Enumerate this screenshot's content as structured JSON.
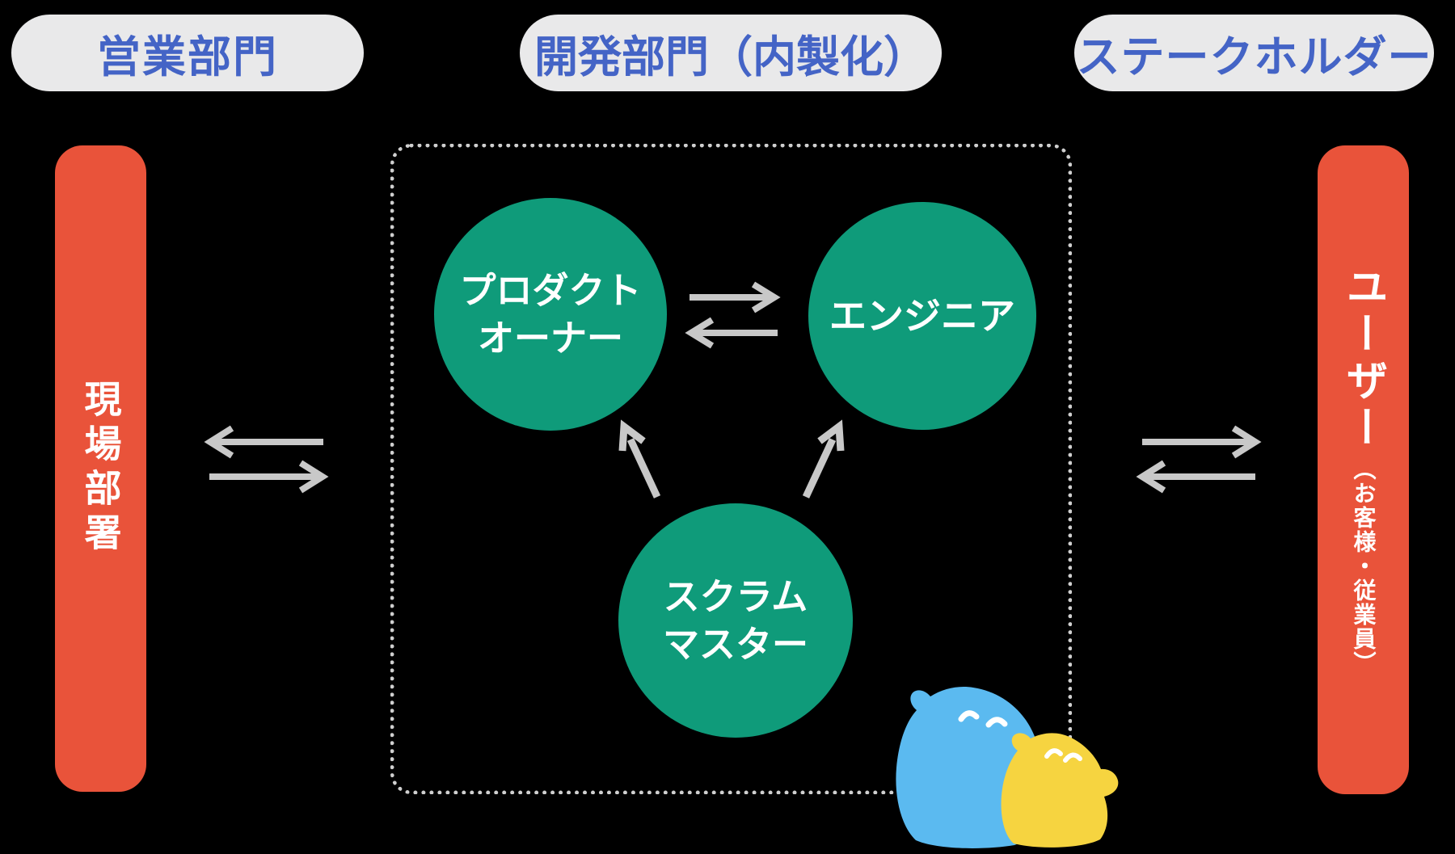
{
  "header": {
    "sales": "営業部門",
    "development": "開発部門（内製化）",
    "stakeholder": "ステークホルダー"
  },
  "sales_side": {
    "bar_label": "現場部署"
  },
  "stakeholder_side": {
    "bar_label_main": "ユーザー",
    "bar_label_sub": "（お客様・従業員）"
  },
  "dev_team": {
    "product_owner": "プロダクト\nオーナー",
    "engineer": "エンジニア",
    "scrum_master": "スクラム\nマスター"
  },
  "icons": {
    "sales_exchange": "double-arrow-left-right",
    "po_engineer_exchange": "double-arrow-left-right",
    "stakeholder_exchange": "double-arrow-left-right",
    "scrum_master_support_left": "arrow-up-left",
    "scrum_master_support_right": "arrow-up-right",
    "mascots": [
      "blue-blob-mascot",
      "yellow-blob-mascot"
    ]
  },
  "colors": {
    "background": "#000000",
    "heading_pill_bg": "#E9E9EA",
    "heading_text": "#4464C6",
    "side_bar_red": "#E9533A",
    "team_circle_green": "#0F9B7A",
    "arrow_gray": "#C8C8C8",
    "dotted_border_gray": "#CFCFCF",
    "mascot_blue": "#5BBAF0",
    "mascot_yellow": "#F6D440",
    "bar_text": "#FFFFFF"
  }
}
